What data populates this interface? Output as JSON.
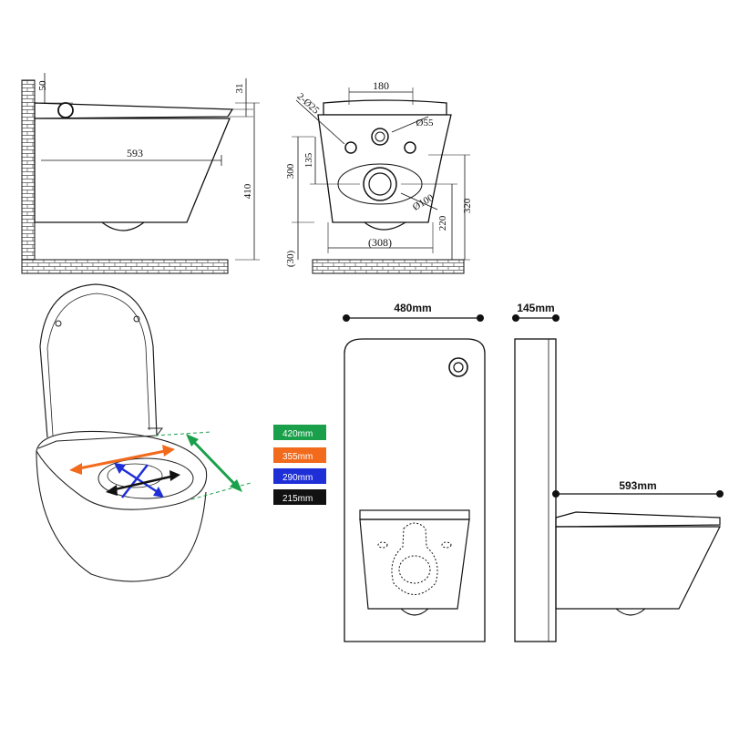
{
  "side_view": {
    "dim_height_top": "50",
    "dim_seat": "31",
    "dim_length": "593",
    "dim_height": "410"
  },
  "rear_view": {
    "dim_width_top": "180",
    "dim_holes": "2-Ø25",
    "dim_inlet": "Ø55",
    "dim_outlet": "Ø100",
    "dim_300": "300",
    "dim_135": "135",
    "dim_220": "220",
    "dim_320": "320",
    "dim_308": "(308)",
    "dim_30": "(30)"
  },
  "legend": {
    "items": [
      {
        "label": "420mm",
        "color": "#1aa04a"
      },
      {
        "label": "355mm",
        "color": "#f26a1b"
      },
      {
        "label": "290mm",
        "color": "#1f2fd8"
      },
      {
        "label": "215mm",
        "color": "#111111"
      }
    ]
  },
  "cistern": {
    "width": "480mm",
    "depth": "145mm",
    "length": "593mm"
  }
}
